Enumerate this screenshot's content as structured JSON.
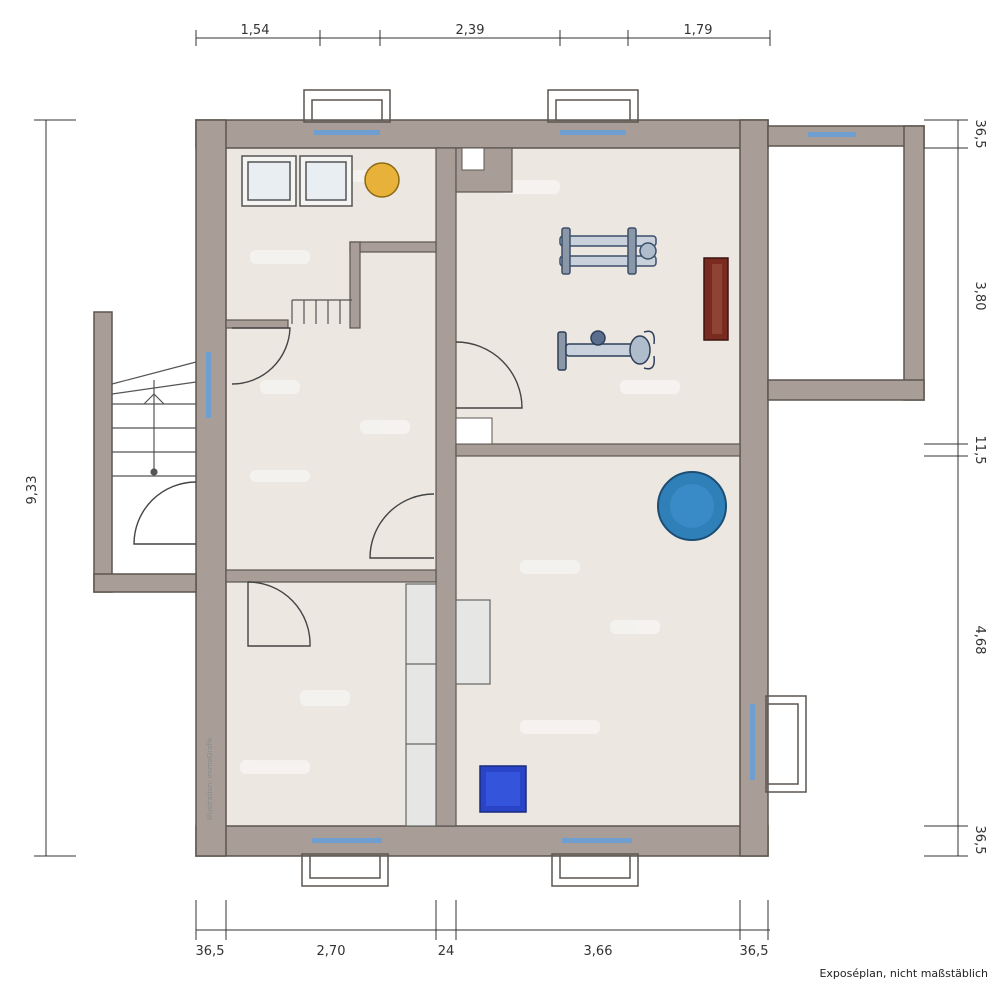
{
  "dimensions": {
    "top": [
      "1,54",
      "2,39",
      "1,79"
    ],
    "bottom": [
      "36,5",
      "2,70",
      "24",
      "3,66",
      "36,5"
    ],
    "left": "9,33",
    "right": [
      "36,5",
      "3,80",
      "11,5",
      "4,68",
      "36,5"
    ]
  },
  "caption": "Exposéplan, nicht maßstäblich",
  "credit": "Illustration: immoGrafik",
  "colors": {
    "wall": "#a89e97",
    "wall_outline": "#5c554f",
    "floor": "#ece7e1",
    "window_glass": "#6f9fd0",
    "boiler": "#e8b23a",
    "tank": "#2f7fb8",
    "washer": "#2a44c8",
    "bench": "#7a2a1e"
  },
  "icons": {
    "equipment_1": "rowing-machine-icon",
    "equipment_2": "exercise-bike-icon",
    "equipment_3": "weight-bench-icon",
    "equipment_4": "water-tank-icon",
    "equipment_5": "washing-machine-icon",
    "equipment_6": "boiler-icon"
  }
}
